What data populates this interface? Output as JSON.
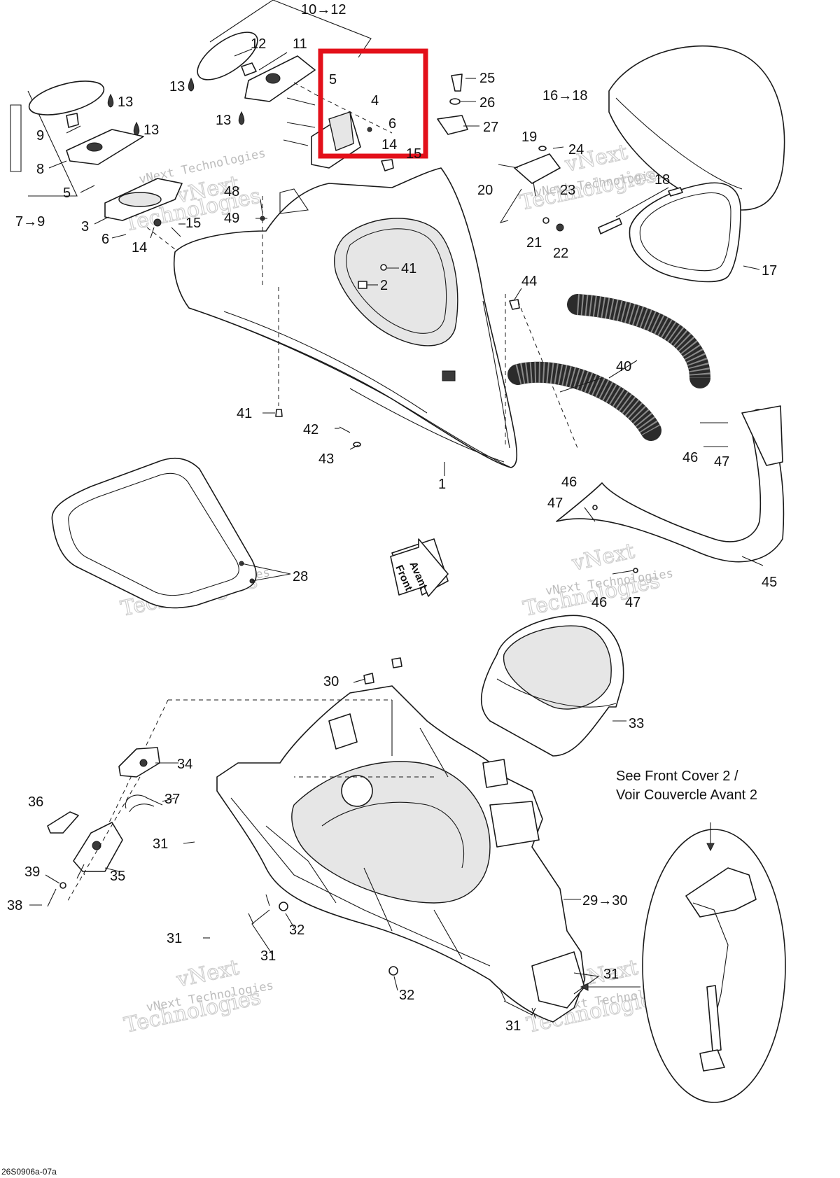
{
  "callouts": [
    {
      "id": "c-10-12",
      "text": "10→12"
    },
    {
      "id": "c-12",
      "text": "12"
    },
    {
      "id": "c-11",
      "text": "11"
    },
    {
      "id": "c-13a",
      "text": "13"
    },
    {
      "id": "c-13b",
      "text": "13"
    },
    {
      "id": "c-13c",
      "text": "13"
    },
    {
      "id": "c-13d",
      "text": "13"
    },
    {
      "id": "c-9",
      "text": "9"
    },
    {
      "id": "c-8",
      "text": "8"
    },
    {
      "id": "c-7-9",
      "text": "7→9"
    },
    {
      "id": "c-5a",
      "text": "5"
    },
    {
      "id": "c-3",
      "text": "3"
    },
    {
      "id": "c-6a",
      "text": "6"
    },
    {
      "id": "c-14a",
      "text": "14"
    },
    {
      "id": "c-15a",
      "text": "15"
    },
    {
      "id": "c-5b",
      "text": "5"
    },
    {
      "id": "c-4",
      "text": "4"
    },
    {
      "id": "c-6b",
      "text": "6"
    },
    {
      "id": "c-14b",
      "text": "14"
    },
    {
      "id": "c-15b",
      "text": "15"
    },
    {
      "id": "c-25",
      "text": "25"
    },
    {
      "id": "c-26",
      "text": "26"
    },
    {
      "id": "c-27",
      "text": "27"
    },
    {
      "id": "c-19",
      "text": "19"
    },
    {
      "id": "c-24",
      "text": "24"
    },
    {
      "id": "c-23",
      "text": "23"
    },
    {
      "id": "c-20",
      "text": "20"
    },
    {
      "id": "c-21",
      "text": "21"
    },
    {
      "id": "c-22",
      "text": "22"
    },
    {
      "id": "c-16-18",
      "text": "16→18"
    },
    {
      "id": "c-18",
      "text": "18"
    },
    {
      "id": "c-17",
      "text": "17"
    },
    {
      "id": "c-48",
      "text": "48"
    },
    {
      "id": "c-49",
      "text": "49"
    },
    {
      "id": "c-41a",
      "text": "41"
    },
    {
      "id": "c-2",
      "text": "2"
    },
    {
      "id": "c-44",
      "text": "44"
    },
    {
      "id": "c-40",
      "text": "40"
    },
    {
      "id": "c-41b",
      "text": "41"
    },
    {
      "id": "c-42",
      "text": "42"
    },
    {
      "id": "c-43",
      "text": "43"
    },
    {
      "id": "c-1",
      "text": "1"
    },
    {
      "id": "c-46a",
      "text": "46"
    },
    {
      "id": "c-47a",
      "text": "47"
    },
    {
      "id": "c-46b",
      "text": "46"
    },
    {
      "id": "c-47b",
      "text": "47"
    },
    {
      "id": "c-46c",
      "text": "46"
    },
    {
      "id": "c-47c",
      "text": "47"
    },
    {
      "id": "c-45",
      "text": "45"
    },
    {
      "id": "c-28",
      "text": "28"
    },
    {
      "id": "c-30",
      "text": "30"
    },
    {
      "id": "c-33",
      "text": "33"
    },
    {
      "id": "c-34",
      "text": "34"
    },
    {
      "id": "c-36",
      "text": "36"
    },
    {
      "id": "c-37",
      "text": "37"
    },
    {
      "id": "c-31a",
      "text": "31"
    },
    {
      "id": "c-39",
      "text": "39"
    },
    {
      "id": "c-35",
      "text": "35"
    },
    {
      "id": "c-38",
      "text": "38"
    },
    {
      "id": "c-31b",
      "text": "31"
    },
    {
      "id": "c-32a",
      "text": "32"
    },
    {
      "id": "c-31c",
      "text": "31"
    },
    {
      "id": "c-29-30",
      "text": "29→30"
    },
    {
      "id": "c-32b",
      "text": "32"
    },
    {
      "id": "c-31d",
      "text": "31"
    },
    {
      "id": "c-31e",
      "text": "31"
    }
  ],
  "front_arrow": {
    "line1": "Front",
    "line2": "Avant"
  },
  "see_note": {
    "line1": "See Front Cover 2 /",
    "line2": "Voir Couvercle Avant 2"
  },
  "diagram_code": "26S0906a-07a",
  "watermark": {
    "brand": "vNext Technologies",
    "line1": "vNext",
    "line2": "Technologies"
  },
  "highlight_color": "#e3101a"
}
